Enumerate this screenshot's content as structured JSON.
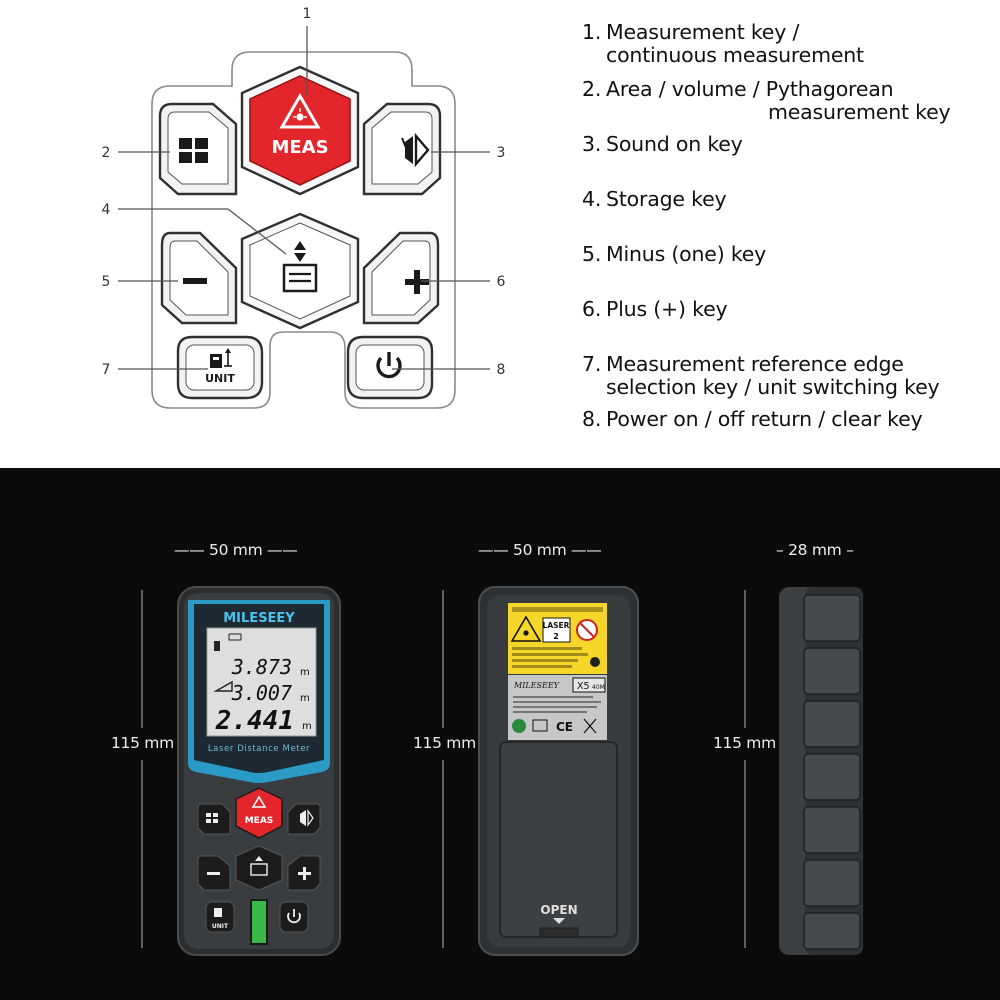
{
  "keypad": {
    "meas_label": "MEAS",
    "unit_label": "UNIT",
    "callouts": [
      "1",
      "2",
      "3",
      "4",
      "5",
      "6",
      "7",
      "8"
    ]
  },
  "legend": [
    {
      "num": "1.",
      "line1": "Measurement key /",
      "line2": "continuous measurement"
    },
    {
      "num": "2.",
      "line1": "Area / volume / Pythagorean",
      "line2": "measurement key"
    },
    {
      "num": "3.",
      "line1": "Sound on key",
      "line2": ""
    },
    {
      "num": "4.",
      "line1": "Storage key",
      "line2": ""
    },
    {
      "num": "5.",
      "line1": "Minus (one) key",
      "line2": ""
    },
    {
      "num": "6.",
      "line1": "Plus (+) key",
      "line2": ""
    },
    {
      "num": "7.",
      "line1": "Measurement reference edge",
      "line2": "selection key / unit switching key"
    },
    {
      "num": "8.",
      "line1": "Power on / off return / clear key",
      "line2": ""
    }
  ],
  "dimensions": {
    "front_width": "50 mm",
    "back_width": "50 mm",
    "side_width": "28 mm",
    "front_height": "115 mm",
    "back_height": "115 mm",
    "side_height": "115 mm"
  },
  "device": {
    "brand": "MILESEEY",
    "subtitle": "Laser Distance Meter",
    "readings": [
      "3.873",
      "3.007",
      "2.441"
    ],
    "unit": "m",
    "back_brand": "MILESEEY",
    "model": "X5",
    "model_range": "40M",
    "laser_label": "LASER",
    "laser_class": "2",
    "open_label": "OPEN"
  },
  "colors": {
    "meas_red": "#e3262b",
    "front_accent": "#2f9bc4",
    "body_dark": "#3b3b3b"
  }
}
